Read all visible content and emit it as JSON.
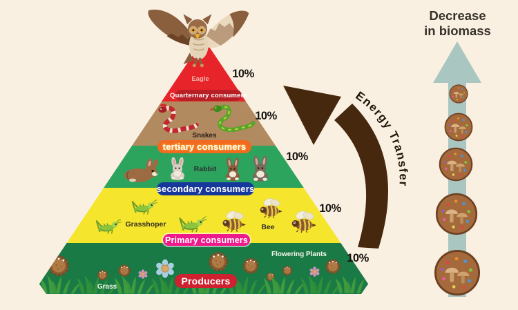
{
  "stage": {
    "background": "#faf0e2"
  },
  "biomass_title": {
    "line1": "Decrease",
    "line2": "in biomass"
  },
  "energy_arrow": {
    "label": "Energy Transfer",
    "color": "#46280e"
  },
  "biomass_arrow": {
    "color": "#a9c6c1",
    "circle_fill": "#a56a3c",
    "circle_count": 5
  },
  "pyramid": {
    "levels": [
      {
        "band_color": "#e8242b",
        "animal_label": "Eagle",
        "banner_label": "Quarternary consumers",
        "banner_color": "#b71f25",
        "percent": "10%"
      },
      {
        "band_color": "#b28a5f",
        "animal_label": "Snakes",
        "banner_label": "tertiary consumers",
        "banner_color": "#f26a21",
        "percent": "10%"
      },
      {
        "band_color": "#2ca45e",
        "animal_label": "Rabbit",
        "banner_label": "secondary consumers",
        "banner_color": "#17389b",
        "percent": "10%"
      },
      {
        "band_color": "#f5e52c",
        "animal_label": "Grasshoper",
        "animal_label_2": "Bee",
        "banner_label": "Primary consumers",
        "banner_color": "#ee1a8c",
        "percent": "10%"
      },
      {
        "band_color": "#1a7a45",
        "animal_label": "Grass",
        "animal_label_2": "Flowering Plants",
        "banner_label": "Producers",
        "banner_color": "#d02131",
        "percent": "10%"
      }
    ]
  },
  "icons": {
    "apex_animal": "owl-icon",
    "level_snakes": [
      "coral-snake-icon",
      "green-snake-icon"
    ],
    "level_rabbits": "rabbit-icon",
    "level_insects": [
      "grasshopper-icon",
      "bee-icon"
    ],
    "level_producers": [
      "sunflower-icon",
      "blue-flower-icon",
      "pink-flower-icon",
      "grass-tuft-icon"
    ],
    "biomass_marker": "biomass-circle-icon",
    "biomass_direction": "up-arrow-icon",
    "energy_direction": "curved-arrow-icon"
  }
}
